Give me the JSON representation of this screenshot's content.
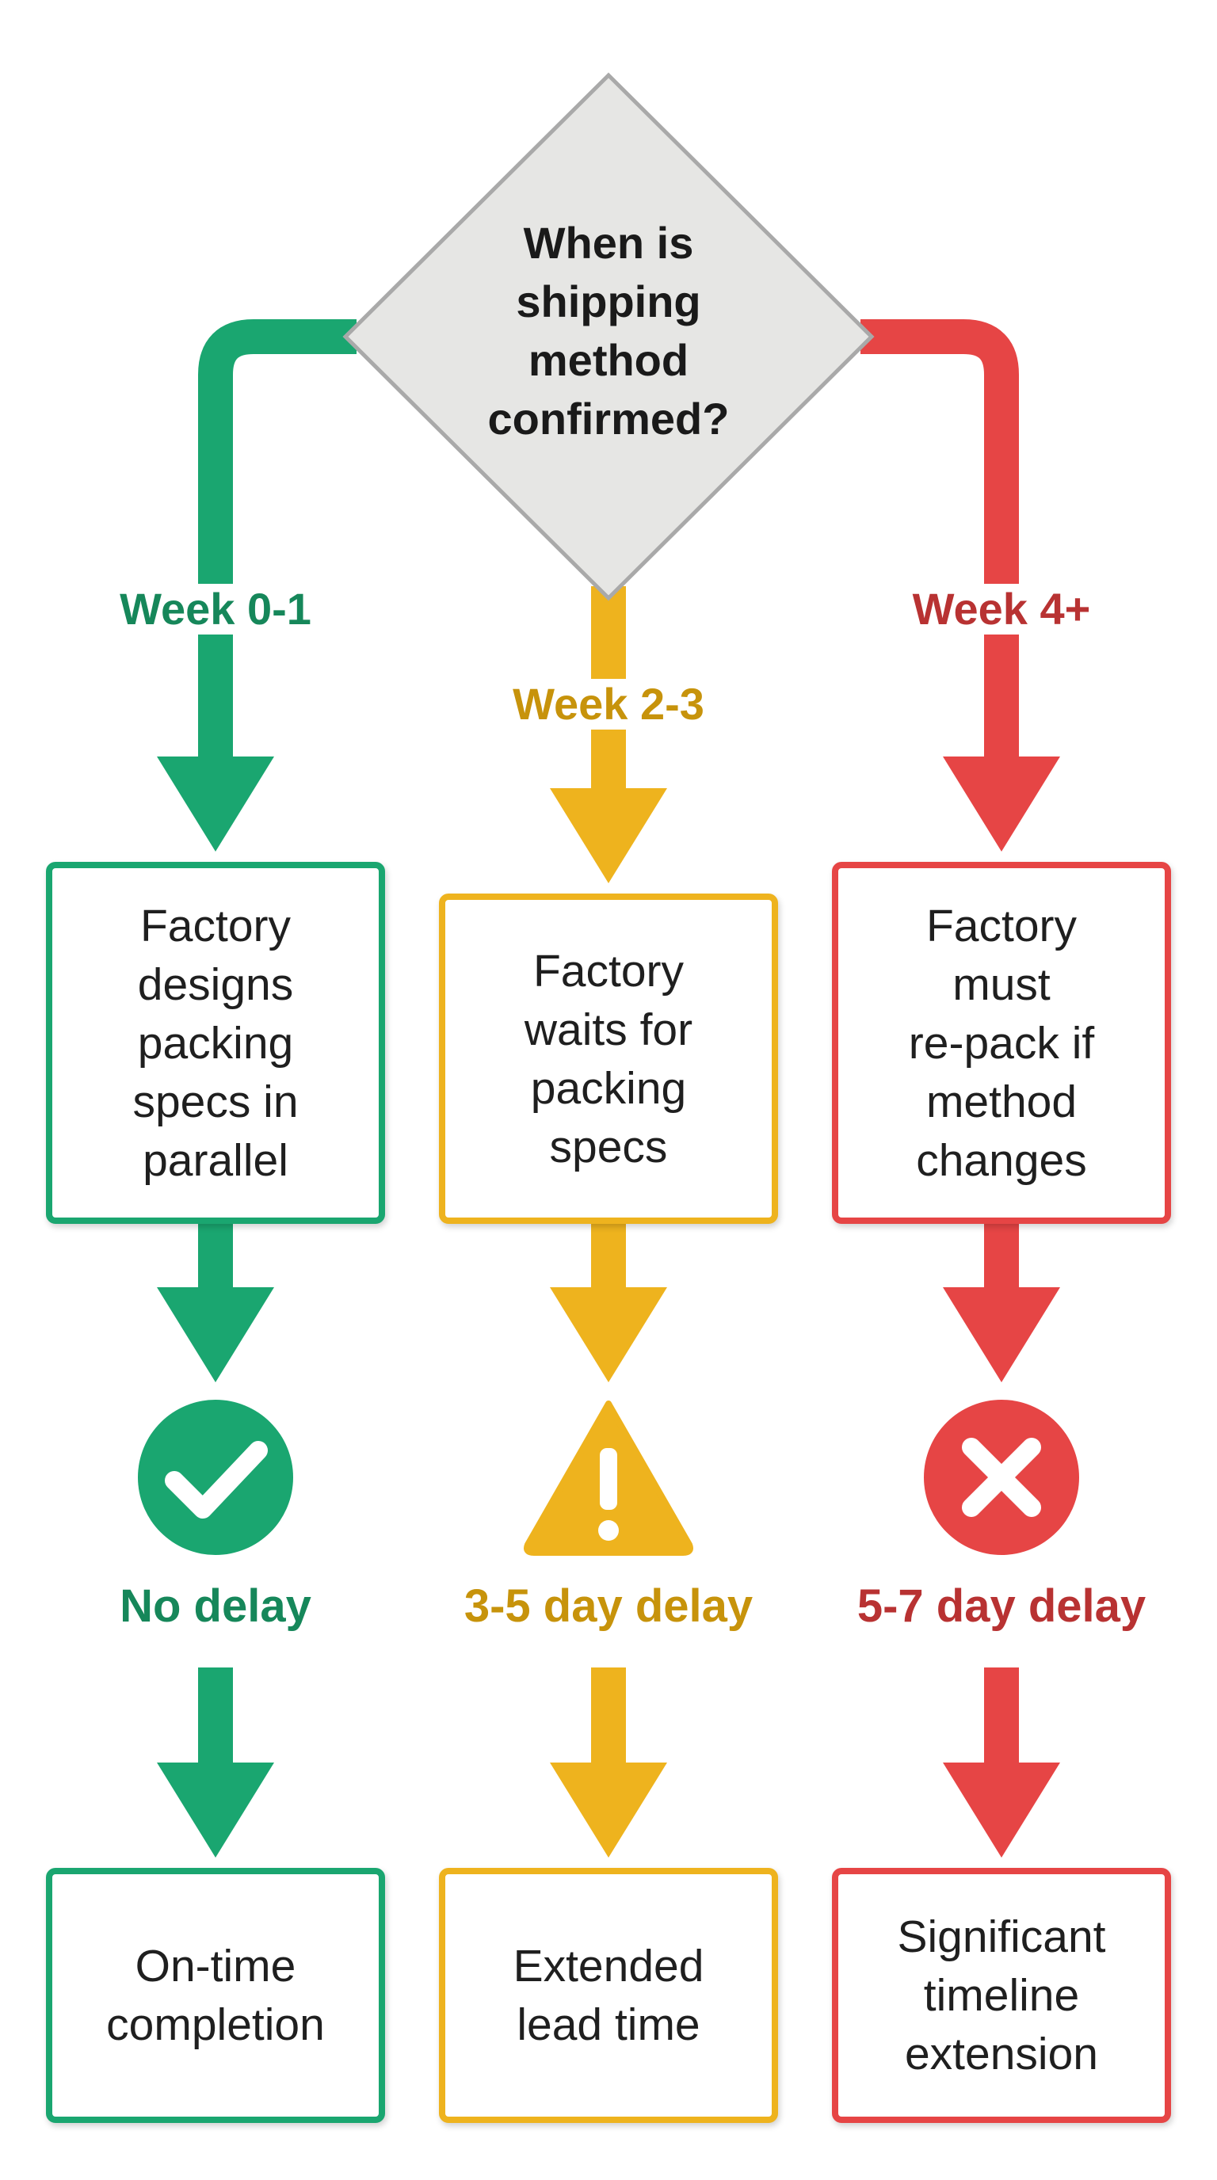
{
  "decision": {
    "question_lines": [
      "When is",
      "shipping",
      "method",
      "confirmed?"
    ]
  },
  "branches": [
    {
      "key": "green",
      "timing_label": "Week 0-1",
      "outcome_lines": [
        "Factory",
        "designs",
        "packing",
        "specs in",
        "parallel"
      ],
      "status_icon": "check-circle-icon",
      "delay_label": "No delay",
      "result_lines": [
        "On-time",
        "completion"
      ],
      "color": "#1aa670"
    },
    {
      "key": "amber",
      "timing_label": "Week 2-3",
      "outcome_lines": [
        "Factory",
        "waits for",
        "packing",
        "specs"
      ],
      "status_icon": "warning-triangle-icon",
      "delay_label": "3-5 day delay",
      "result_lines": [
        "Extended",
        "lead time"
      ],
      "color": "#eeb31e"
    },
    {
      "key": "red",
      "timing_label": "Week 4+",
      "outcome_lines": [
        "Factory",
        "must",
        "re-pack if",
        "method",
        "changes"
      ],
      "status_icon": "x-circle-icon",
      "delay_label": "5-7 day delay",
      "result_lines": [
        "Significant",
        "timeline",
        "extension"
      ],
      "color": "#e64545"
    }
  ]
}
